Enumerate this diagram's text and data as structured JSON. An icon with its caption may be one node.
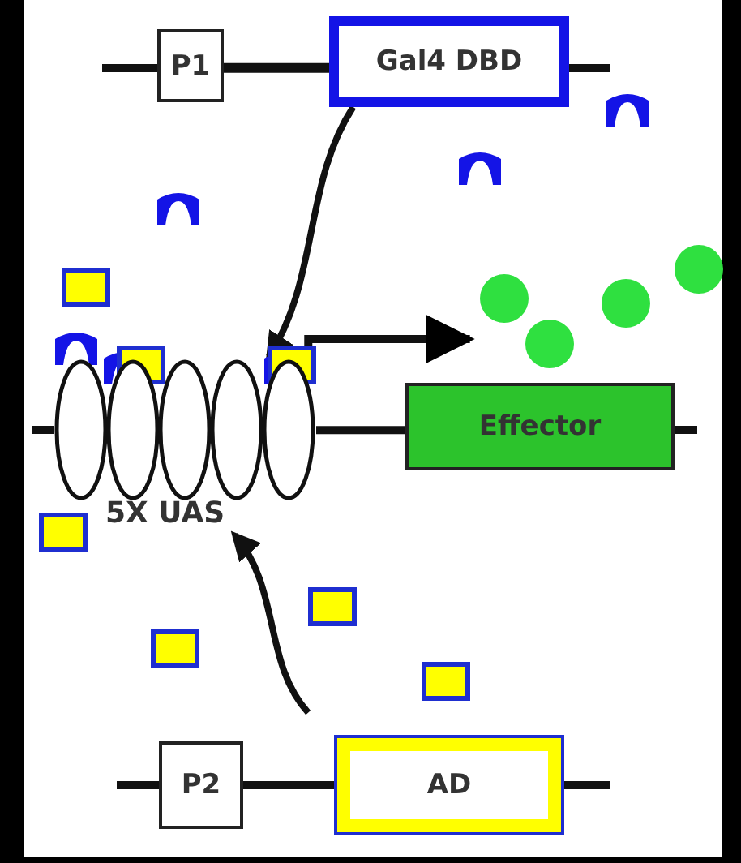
{
  "diagram": {
    "nodes": [
      {
        "text": [
          "P1"
        ]
      },
      {
        "text": [
          "Gal4 DBD"
        ]
      },
      {
        "text": [
          "5X UAS"
        ]
      },
      {
        "text": [
          "Effector"
        ]
      },
      {
        "text": [
          "P2"
        ]
      },
      {
        "text": [
          "AD"
        ]
      }
    ],
    "edges": [
      {
        "from": 0,
        "to": 1,
        "arrow": "none"
      },
      {
        "from": 1,
        "to": 2,
        "arrow": "to"
      },
      {
        "from": 2,
        "to": 3,
        "arrow": "none"
      },
      {
        "from": 2,
        "to": 3,
        "arrow": "to"
      },
      {
        "from": 4,
        "to": 5,
        "arrow": "none"
      },
      {
        "from": 5,
        "to": 2,
        "arrow": "to"
      }
    ]
  }
}
